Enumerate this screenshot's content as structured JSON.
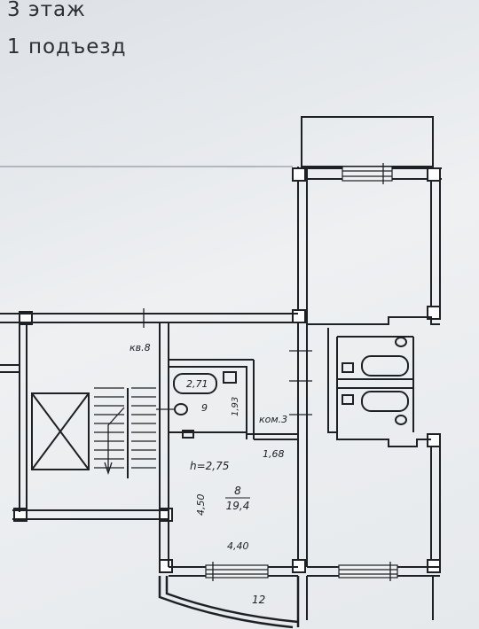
{
  "header": {
    "floor": "3 этаж",
    "entrance": "1 подъезд"
  },
  "plan": {
    "corridor": "кв.8",
    "room_label": "ком.3",
    "bath_area": "2,71",
    "bath_number": "9",
    "bath_width": "1,93",
    "hall_dim": "1,68",
    "height": "h=2,75",
    "room_number": "8",
    "room_area": "19,4",
    "room_depth": "4,50",
    "room_width": "4,40",
    "balcony_number": "12"
  }
}
